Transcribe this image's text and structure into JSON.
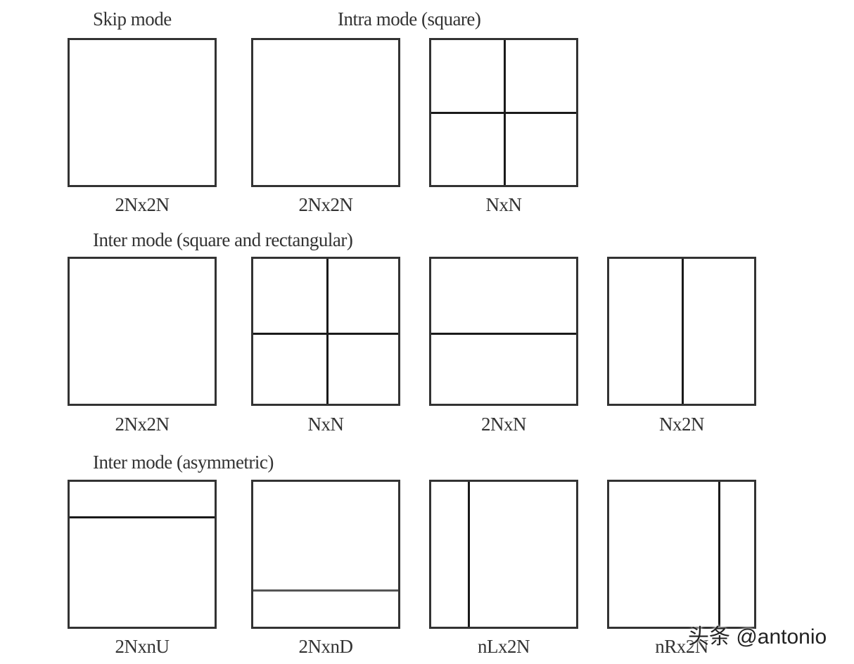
{
  "sections": {
    "skip": "Skip mode",
    "intra": "Intra mode (square)",
    "inter_rect": "Inter mode (square and rectangular)",
    "inter_asym": "Inter mode (asymmetric)"
  },
  "partitions": {
    "skip_2Nx2N": {
      "label": "2Nx2N"
    },
    "intra_2Nx2N": {
      "label": "2Nx2N"
    },
    "intra_NxN": {
      "label": "NxN"
    },
    "inter_2Nx2N": {
      "label": "2Nx2N"
    },
    "inter_NxN": {
      "label": "NxN"
    },
    "inter_2NxN": {
      "label": "2NxN"
    },
    "inter_Nx2N": {
      "label": "Nx2N"
    },
    "asym_2NxnU": {
      "label": "2NxnU"
    },
    "asym_2NxnD": {
      "label": "2NxnD"
    },
    "asym_nLx2N": {
      "label": "nLx2N"
    },
    "asym_nRx2N": {
      "label": "nRx2N"
    }
  },
  "watermark": "头条 @antonio"
}
